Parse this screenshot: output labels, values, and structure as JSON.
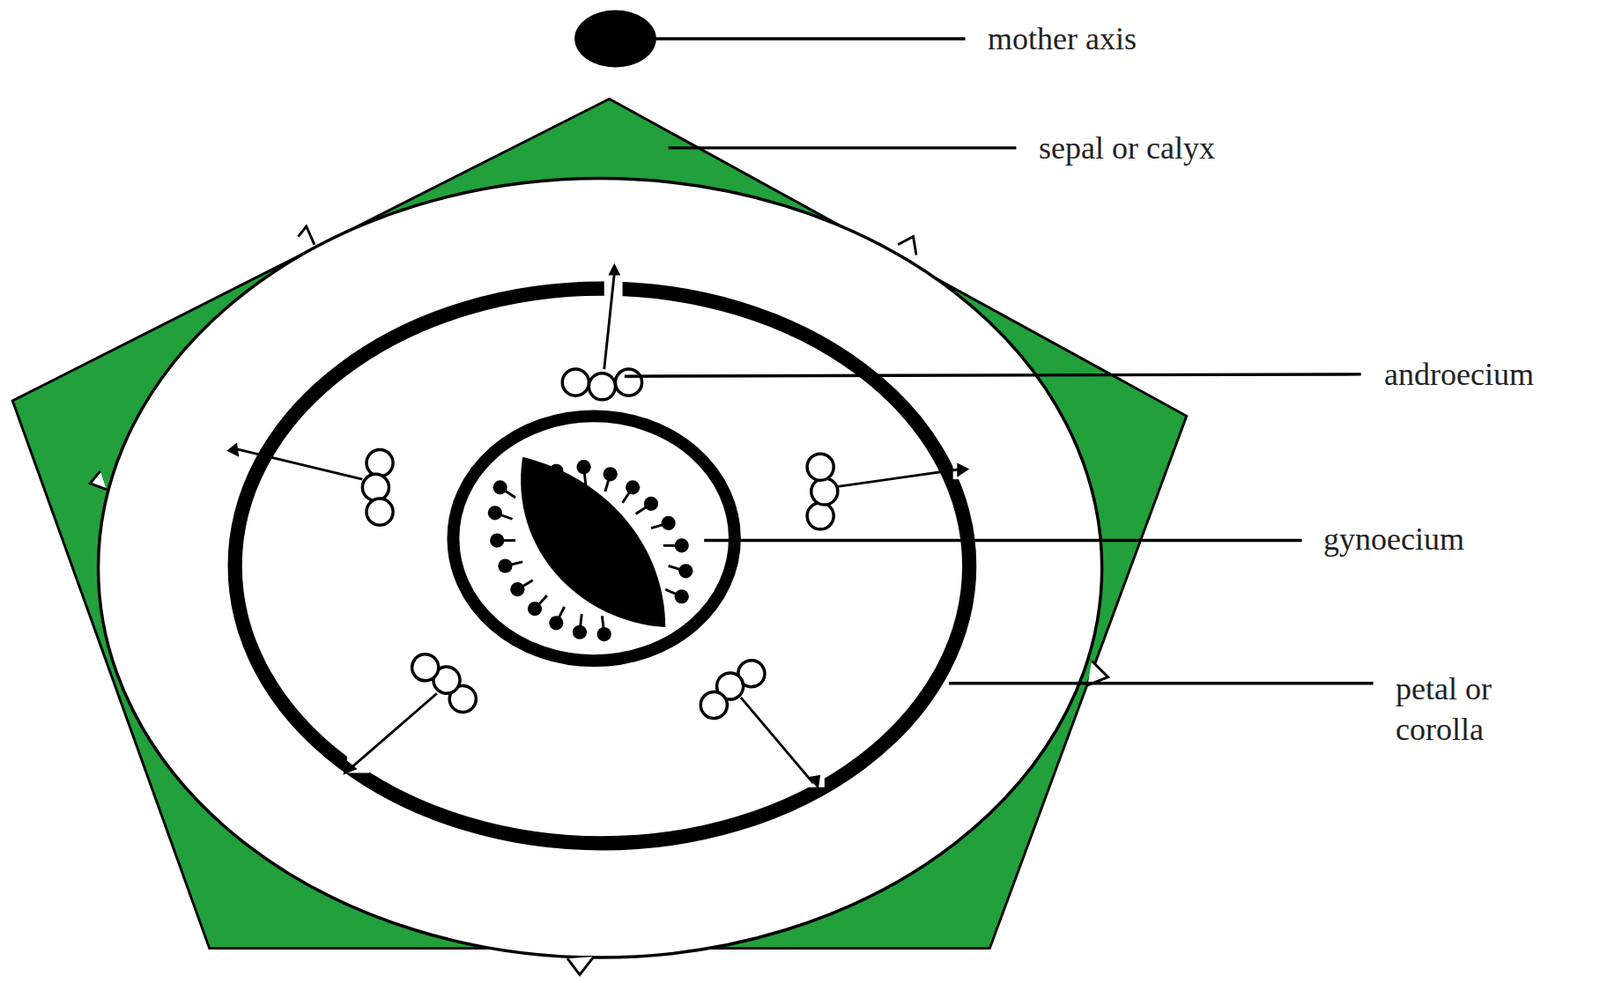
{
  "diagram": {
    "labels": [
      "mother axis",
      "sepal or calyx",
      "androecium",
      "gynoecium",
      "petal or corolla"
    ]
  }
}
